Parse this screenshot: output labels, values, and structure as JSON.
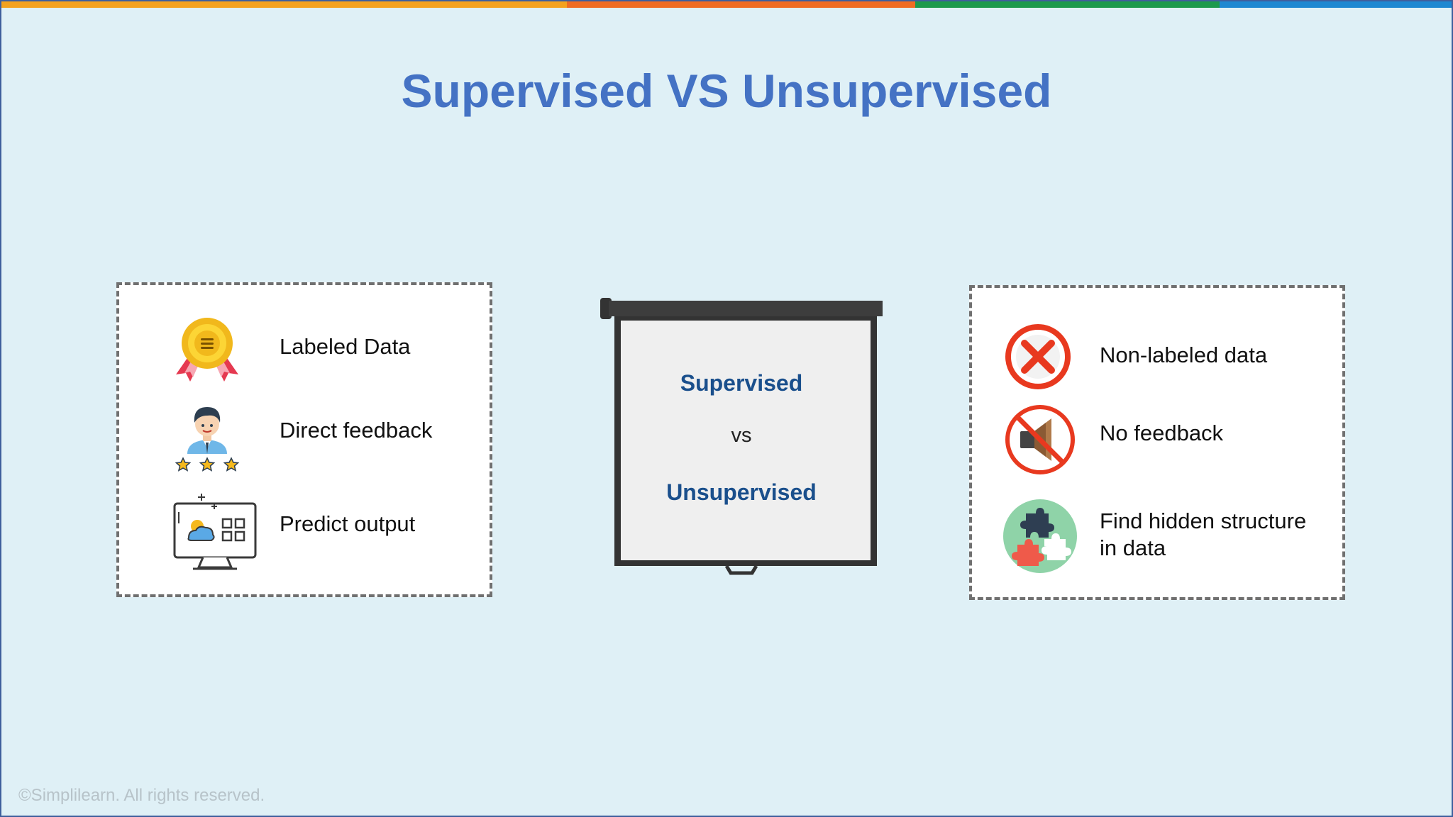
{
  "brand_colors": [
    "#f4a21e",
    "#ef6c22",
    "#1c9a4c",
    "#1e88d1"
  ],
  "title": "Supervised VS Unsupervised",
  "title_color": "#4472c4",
  "accent_dark_blue": "#1a4f8c",
  "left_panel": {
    "items": [
      {
        "label": "Labeled Data",
        "icon": "medal-icon"
      },
      {
        "label": "Direct feedback",
        "icon": "user-rating-icon"
      },
      {
        "label": "Predict output",
        "icon": "monitor-dashboard-icon"
      }
    ]
  },
  "screen": {
    "line1": "Supervised",
    "line2": "vs",
    "line3": "Unsupervised"
  },
  "right_panel": {
    "items": [
      {
        "label": "Non-labeled data",
        "icon": "cross-circle-icon"
      },
      {
        "label": "No feedback",
        "icon": "muted-speaker-icon"
      },
      {
        "label_line1": "Find hidden structure",
        "label_line2": "in data",
        "icon": "puzzle-pieces-icon"
      }
    ]
  },
  "footer": "©Simplilearn. All rights reserved."
}
